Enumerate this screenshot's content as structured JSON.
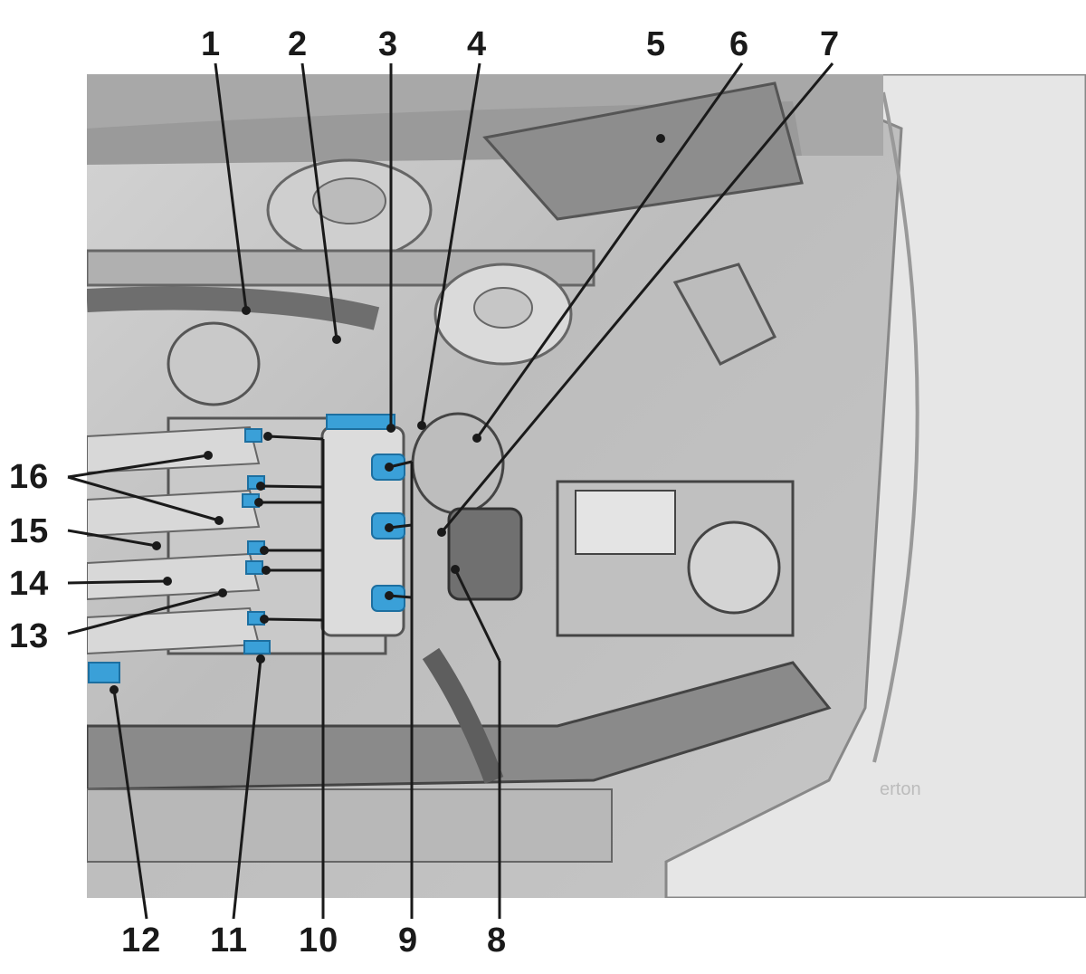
{
  "callouts": {
    "c1": "1",
    "c2": "2",
    "c3": "3",
    "c4": "4",
    "c5": "5",
    "c6": "6",
    "c7": "7",
    "c8": "8",
    "c9": "9",
    "c10": "10",
    "c11": "11",
    "c12": "12",
    "c13": "13",
    "c14": "14",
    "c15": "15",
    "c16": "16"
  },
  "watermark": "erton",
  "colors": {
    "highlight": "#3aa0d8",
    "line": "#1a1a1a",
    "engine_bg": "#c4c4c4"
  }
}
